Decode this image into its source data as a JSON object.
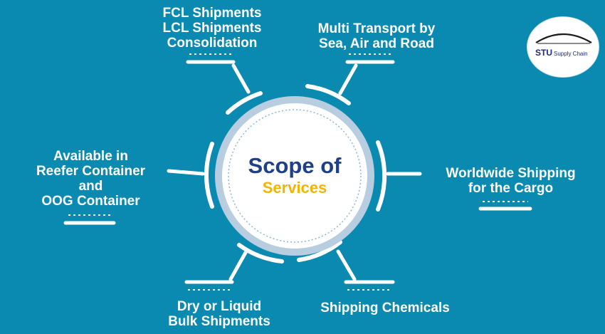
{
  "center": {
    "title": "Scope of",
    "subtitle": "Services"
  },
  "services": [
    {
      "text": "FCL Shipments\nLCL Shipments\nConsolidation"
    },
    {
      "text": "Multi Transport by\nSea, Air and Road"
    },
    {
      "text": "Worldwide Shipping\nfor the Cargo"
    },
    {
      "text": "Shipping Chemicals"
    },
    {
      "text": "Dry or Liquid\nBulk Shipments"
    },
    {
      "text": "Available in\nReefer Container\nand\nOOG Container"
    }
  ],
  "logo": {
    "name": "STU",
    "tagline": "Supply Chain"
  },
  "colors": {
    "background": "#0a8ab0",
    "title": "#1f3f86",
    "accent": "#f2b600",
    "line": "#ffffff"
  }
}
